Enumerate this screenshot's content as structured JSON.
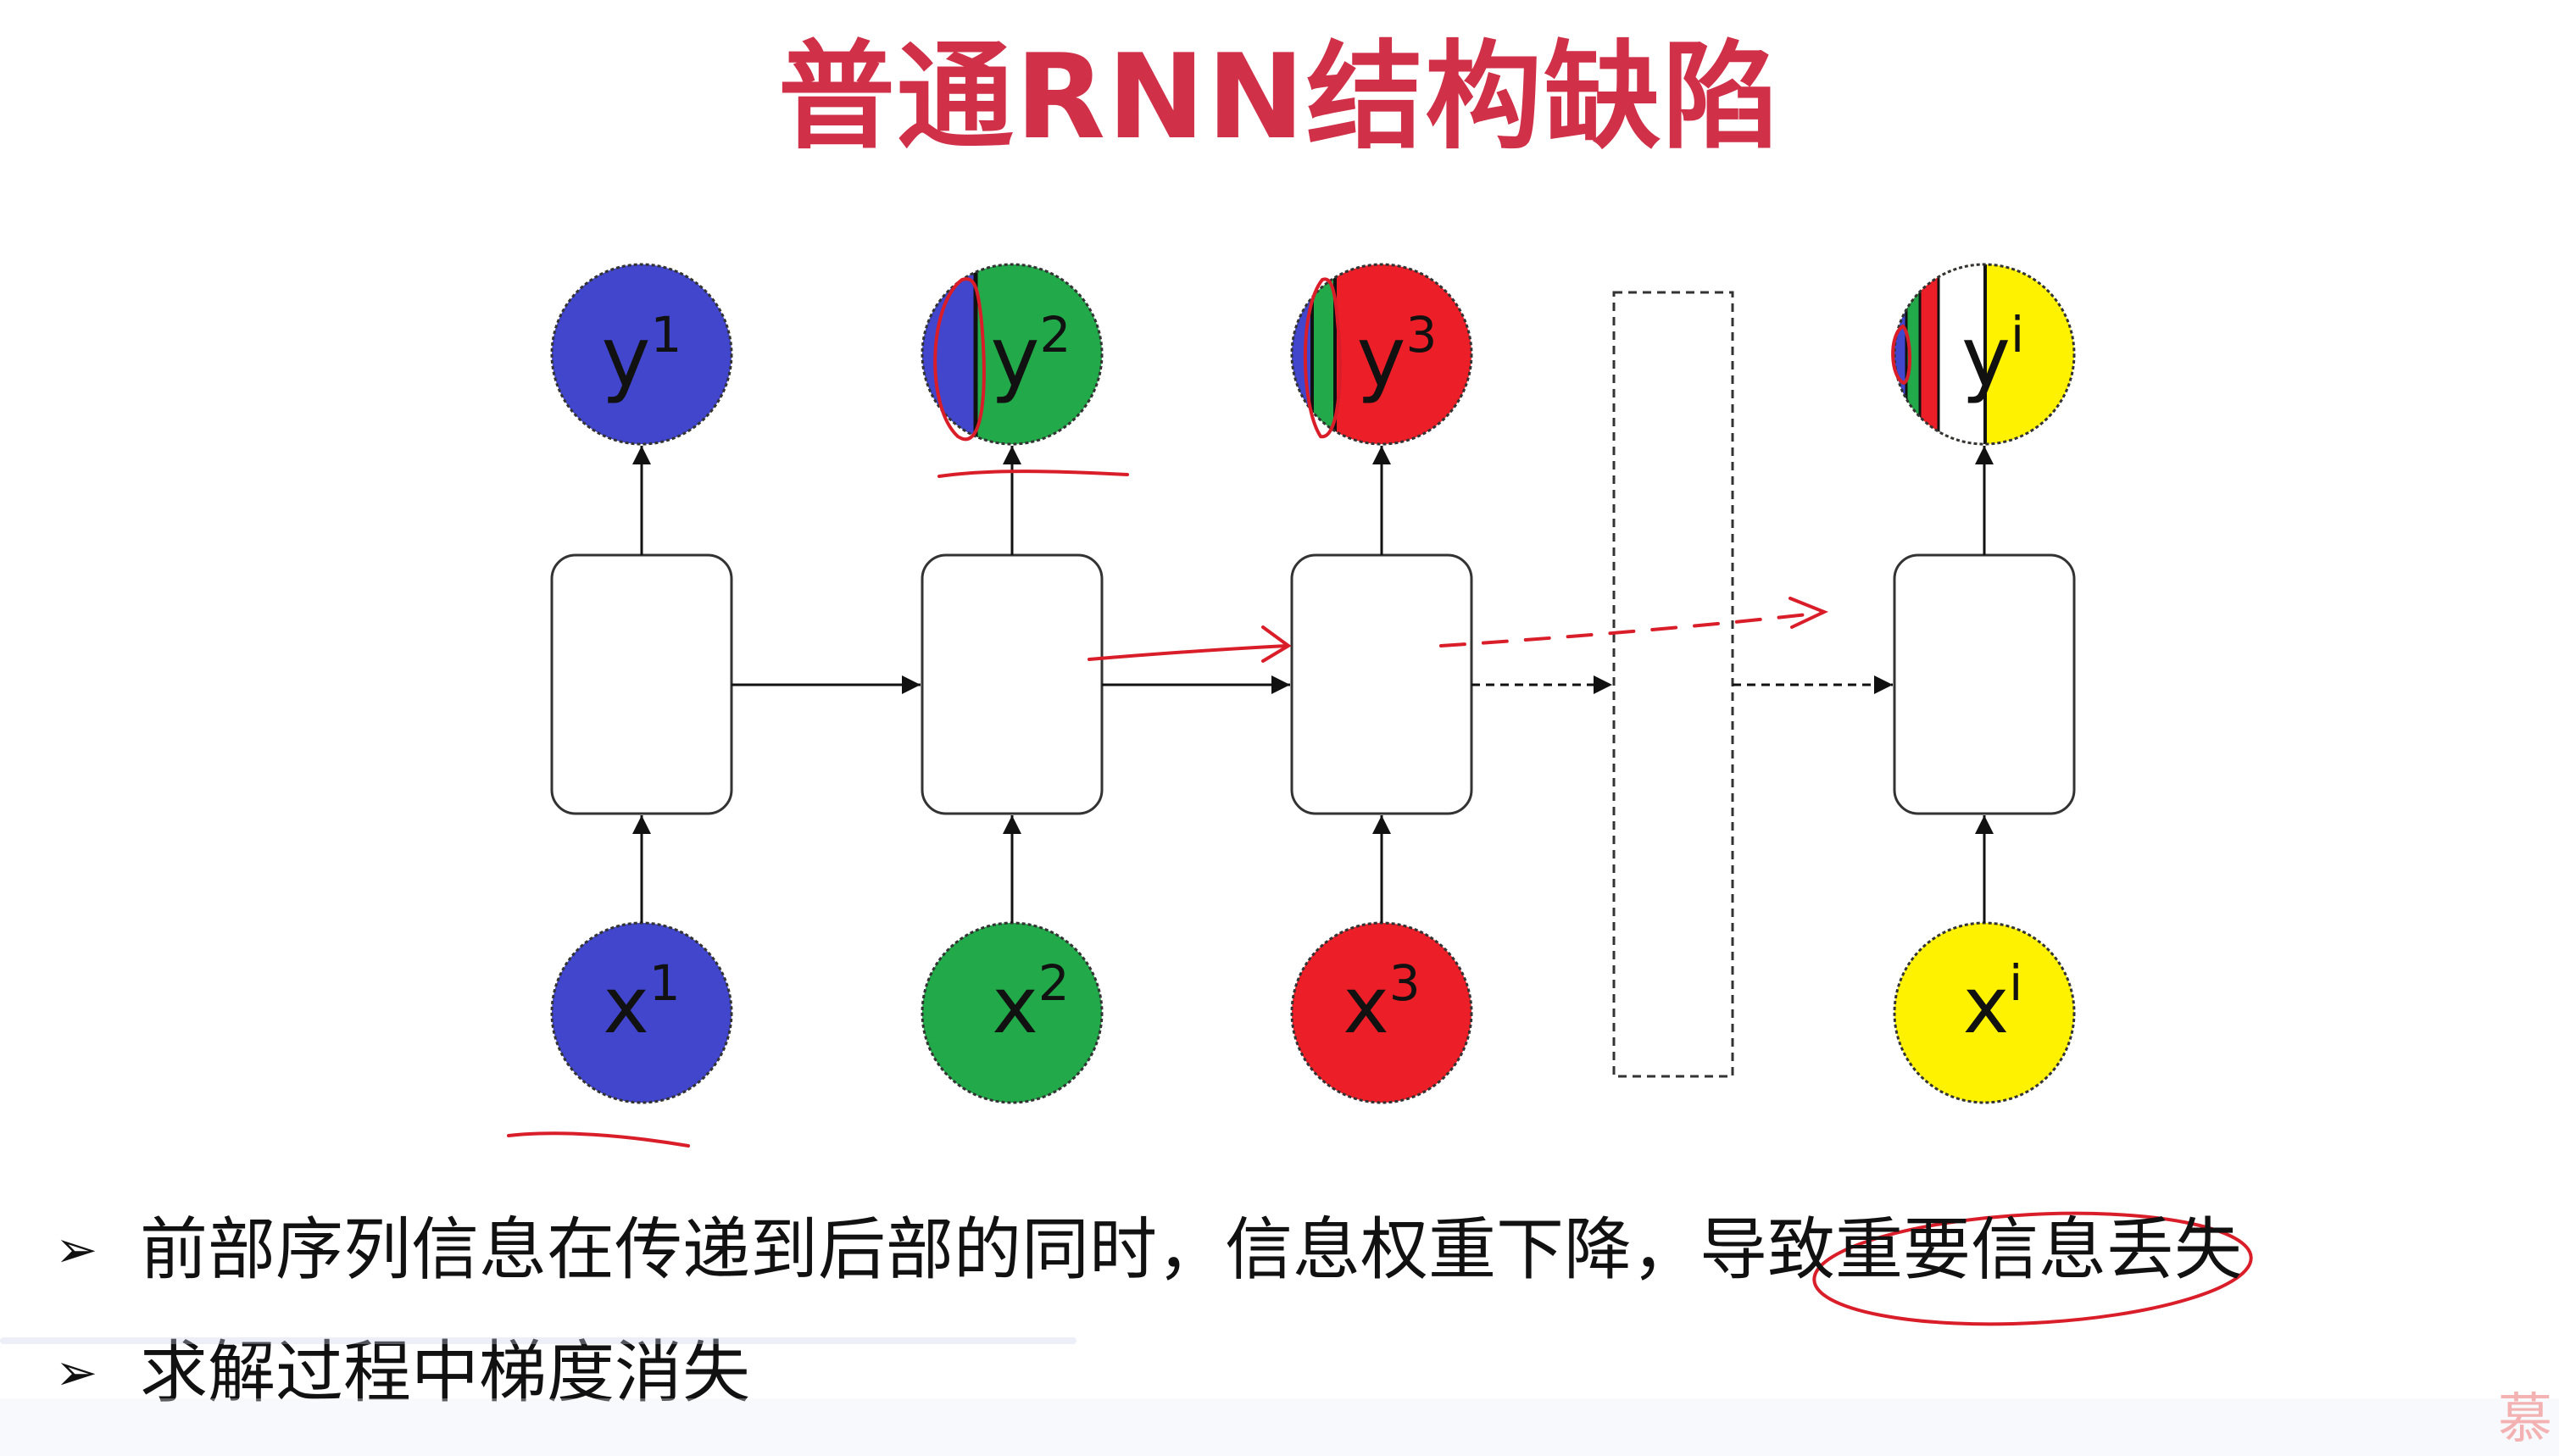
{
  "title": "普通RNN结构缺陷",
  "colors": {
    "title": "#D03048",
    "blue": "#4146CC",
    "green": "#22A94A",
    "red": "#EC1F28",
    "yellow": "#FFF200",
    "annotation": "#D91E2A"
  },
  "nodes": [
    {
      "id": "1",
      "output_base": "y",
      "output_sup": "1",
      "input_base": "x",
      "input_sup": "1",
      "input_color": "blue"
    },
    {
      "id": "2",
      "output_base": "y",
      "output_sup": "2",
      "input_base": "x",
      "input_sup": "2",
      "input_color": "green"
    },
    {
      "id": "3",
      "output_base": "y",
      "output_sup": "3",
      "input_base": "x",
      "input_sup": "3",
      "input_color": "red"
    },
    {
      "id": "i",
      "output_base": "y",
      "output_sup": "i",
      "input_base": "x",
      "input_sup": "i",
      "input_color": "yellow"
    }
  ],
  "bullets": [
    "前部序列信息在传递到后部的同时，信息权重下降，导致重要信息丢失",
    "求解过程中梯度消失"
  ],
  "bullet_marker": "➢",
  "watermark_glyph": "慕"
}
